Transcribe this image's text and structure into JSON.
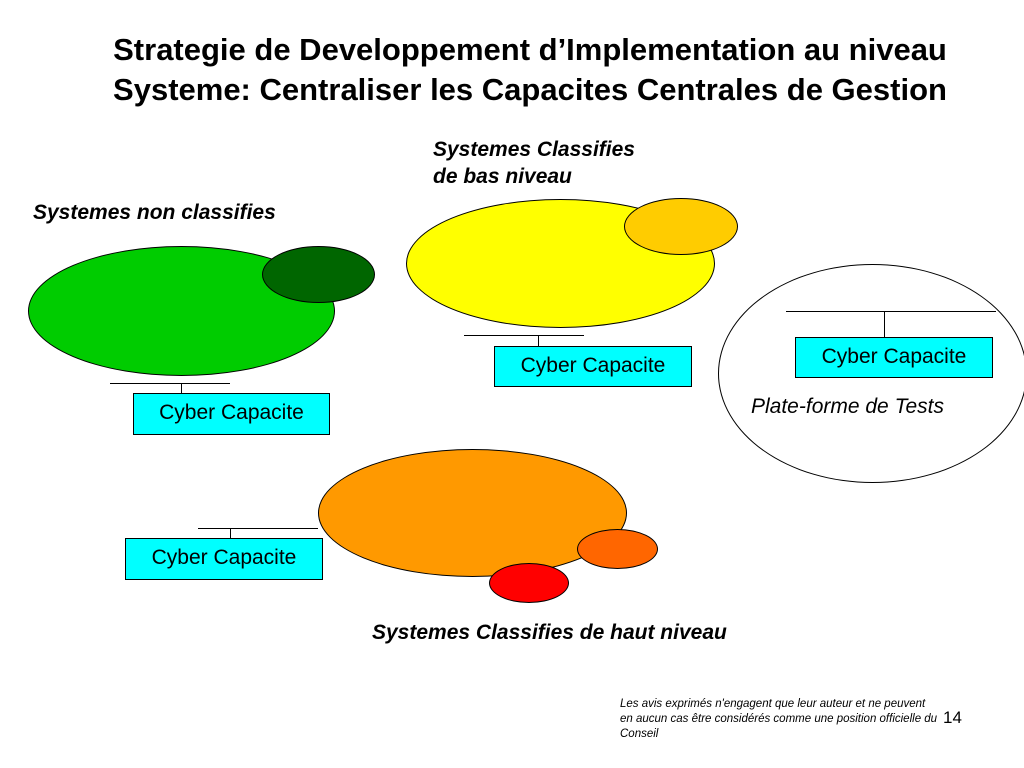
{
  "slide": {
    "title_line1": "Strategie de Developpement d’Implementation au niveau",
    "title_line2": "Systeme: Centraliser les Capacites Centrales de Gestion",
    "page_number": "14",
    "disclaimer": "Les avis exprimés n'engagent que leur auteur et ne peuvent en aucun cas être considérés comme une position officielle du Conseil"
  },
  "groups": {
    "non_classified": {
      "label": "Systemes non classifies",
      "box": "Cyber Capacite",
      "main_color": "#00cc00",
      "sub_color": "#006600"
    },
    "low_classified": {
      "label_line1": "Systemes Classifies",
      "label_line2": "de bas niveau",
      "box": "Cyber Capacite",
      "main_color": "#ffff00",
      "sub_color": "#ffcc00"
    },
    "test_platform": {
      "label": "Plate-forme de Tests",
      "box": "Cyber Capacite"
    },
    "high_classified": {
      "label": "Systemes Classifies de haut niveau",
      "box": "Cyber Capacite",
      "main_color": "#ff9900",
      "sub_color_1": "#ff6600",
      "sub_color_2": "#ff0000"
    }
  }
}
